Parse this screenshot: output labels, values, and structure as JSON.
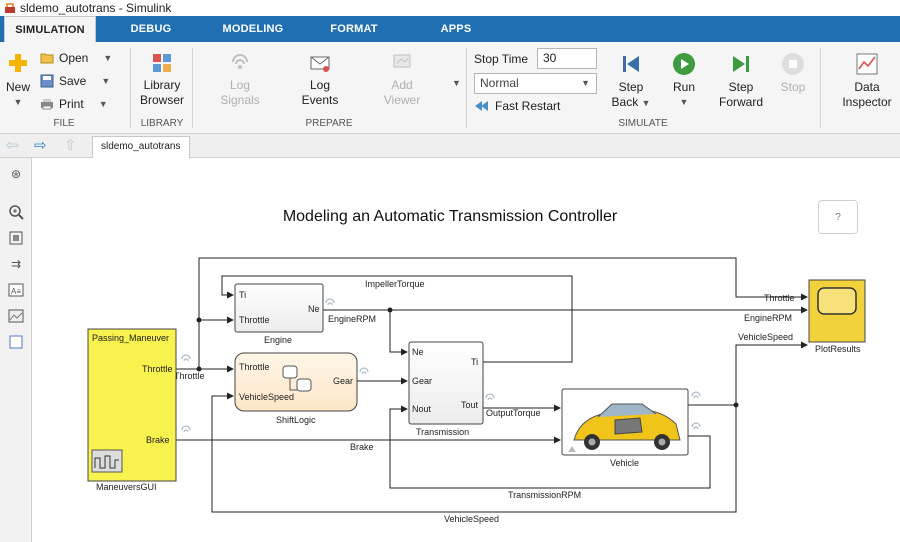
{
  "window": {
    "title": "sldemo_autotrans - Simulink"
  },
  "tabs": [
    "SIMULATION",
    "DEBUG",
    "MODELING",
    "FORMAT",
    "APPS"
  ],
  "ribbon": {
    "file": {
      "new": "New",
      "open": "Open",
      "save": "Save",
      "print": "Print",
      "group": "FILE"
    },
    "library": {
      "browser": [
        "Library",
        "Browser"
      ],
      "group": "LIBRARY"
    },
    "prepare": {
      "log_signals": [
        "Log",
        "Signals"
      ],
      "log_events": [
        "Log",
        "Events"
      ],
      "add_viewer": [
        "Add",
        "Viewer"
      ],
      "group": "PREPARE"
    },
    "simulate": {
      "stop_time_label": "Stop Time",
      "stop_time_value": "30",
      "mode": "Normal",
      "fast_restart": "Fast Restart",
      "step_back": [
        "Step",
        "Back"
      ],
      "run": "Run",
      "step_forward": [
        "Step",
        "Forward"
      ],
      "stop": "Stop",
      "group": "SIMULATE"
    },
    "review": {
      "data_inspector": [
        "Data",
        "Inspector"
      ]
    }
  },
  "breadcrumb": {
    "model": "sldemo_autotrans"
  },
  "diagram": {
    "title": "Modeling an Automatic Transmission Controller",
    "help": "?",
    "blocks": {
      "maneuvers": {
        "name": "ManeuversGUI",
        "label": "Passing_Maneuver",
        "out1": "Throttle",
        "out2": "Brake"
      },
      "engine": {
        "name": "Engine",
        "in1": "Ti",
        "in2": "Throttle",
        "out1": "Ne"
      },
      "shiftlogic": {
        "name": "ShiftLogic",
        "in1": "Throttle",
        "in2": "VehicleSpeed",
        "out1": "Gear"
      },
      "transmission": {
        "name": "Transmission",
        "in1": "Ne",
        "in2": "Gear",
        "in3": "Nout",
        "out1": "Ti",
        "out2": "Tout"
      },
      "vehicle": {
        "name": "Vehicle"
      },
      "plot": {
        "name": "PlotResults"
      }
    },
    "signals": {
      "impeller": "ImpellerTorque",
      "enginerpm": "EngineRPM",
      "throttle_out": "Throttle",
      "throttle_plot": "Throttle",
      "enginerpm_plot": "EngineRPM",
      "vehiclespeed_plot": "VehicleSpeed",
      "outputtorque": "OutputTorque",
      "brake": "Brake",
      "transrpm": "TransmissionRPM",
      "vehiclespeed": "VehicleSpeed"
    }
  }
}
